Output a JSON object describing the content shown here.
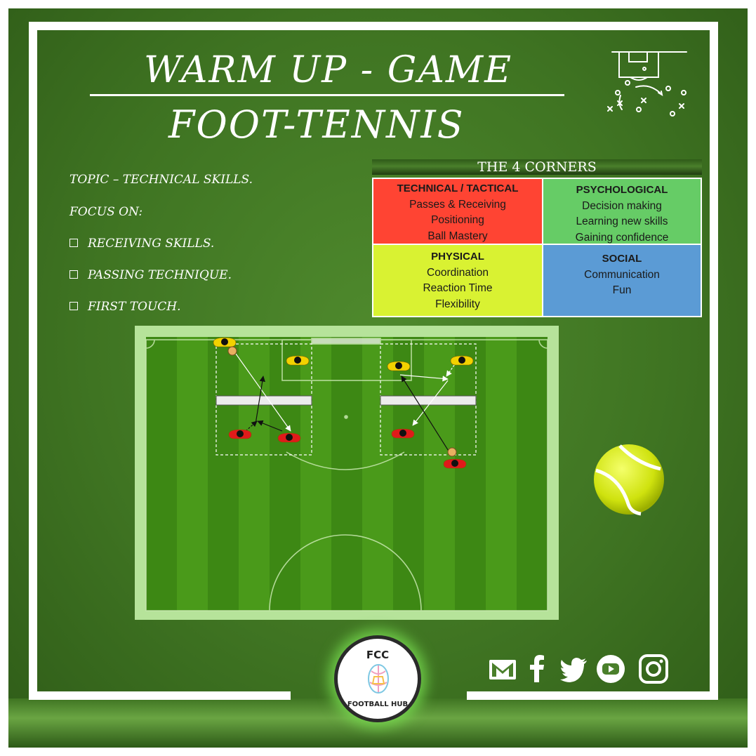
{
  "title": {
    "line1": "WARM UP - GAME",
    "line2": "FOOT-TENNIS"
  },
  "focus": {
    "topic": "TOPIC  – TECHNICAL  SKILLS.",
    "focus_on": "FOCUS ON:",
    "items": [
      "RECEIVING SKILLS.",
      "PASSING TECHNIQUE.",
      "FIRST TOUCH."
    ]
  },
  "corners": {
    "heading": "THE 4 CORNERS",
    "technical": {
      "title": "TECHNICAL / TACTICAL",
      "lines": [
        "Passes & Receiving",
        "Positioning",
        "Ball Mastery"
      ],
      "color": "#ff4433"
    },
    "psychological": {
      "title": "PSYCHOLOGICAL",
      "lines": [
        "Decision making",
        "Learning new skills",
        "Gaining confidence"
      ],
      "color": "#66cc66"
    },
    "physical": {
      "title": "PHYSICAL",
      "lines": [
        "Coordination",
        "Reaction Time",
        "Flexibility"
      ],
      "color": "#d9f232"
    },
    "social": {
      "title": "SOCIAL",
      "lines": [
        "Communication",
        "Fun"
      ],
      "color": "#5b9bd5"
    }
  },
  "logo": {
    "top": "FCC",
    "bottom": "FOOTBALL HUB"
  },
  "social_icons": [
    "email-icon",
    "facebook-icon",
    "twitter-icon",
    "youtube-icon",
    "instagram-icon"
  ],
  "colors": {
    "background": "#3f7422",
    "pitch": "#4a9a1a",
    "player_yellow": "#f2d200",
    "player_red": "#e01a1a"
  }
}
